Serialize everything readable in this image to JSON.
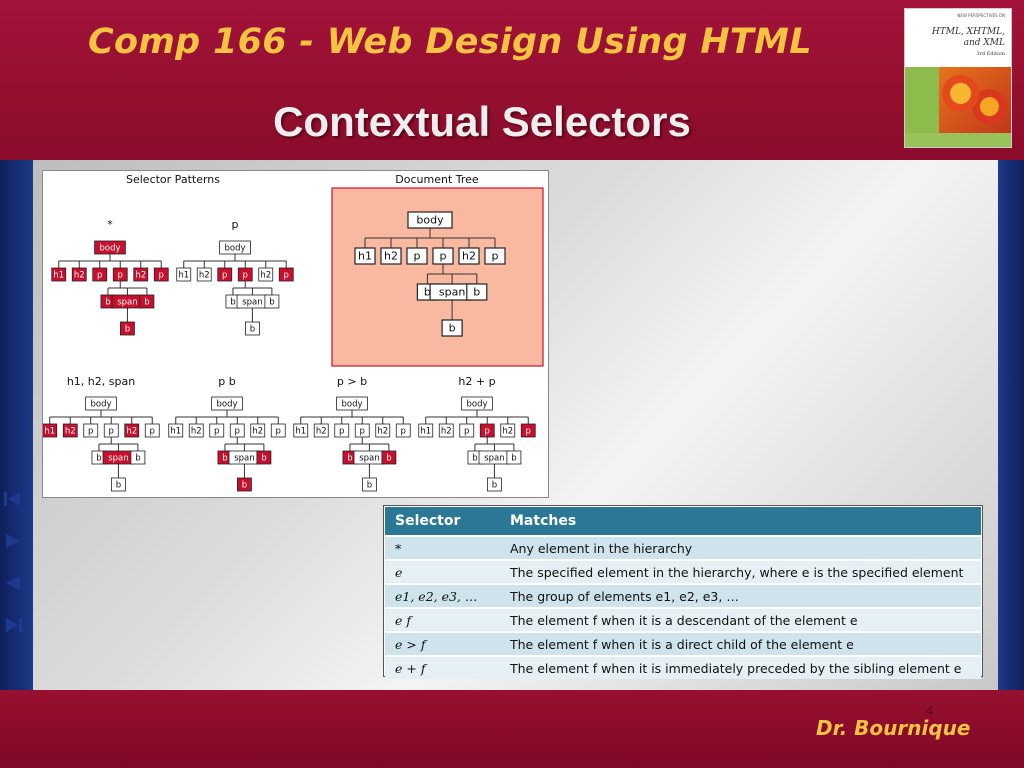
{
  "header": {
    "course_title": "Comp 166 - Web Design Using HTML",
    "slide_title": "Contextual Selectors"
  },
  "book": {
    "top_text": "NEW PERSPECTIVES ON",
    "title_lines": [
      "HTML, XHTML,",
      "and XML"
    ],
    "edition": "3rd Edition"
  },
  "figure": {
    "section_patterns": "Selector Patterns",
    "section_tree": "Document Tree",
    "patterns": [
      {
        "label": "*",
        "highlight": [
          "body",
          "h1",
          "h2",
          "p1",
          "p2",
          "h2b",
          "p3",
          "b1",
          "span",
          "b2",
          "b3"
        ]
      },
      {
        "label": "p",
        "highlight": [
          "p1",
          "p2",
          "p3"
        ]
      },
      {
        "label": "h1, h2, span",
        "highlight": [
          "h1",
          "h2",
          "h2b",
          "span"
        ]
      },
      {
        "label": "p b",
        "highlight": [
          "b1",
          "b2",
          "b3"
        ]
      },
      {
        "label": "p > b",
        "highlight": [
          "b1",
          "b2"
        ]
      },
      {
        "label": "h2 + p",
        "highlight": [
          "p2",
          "p3"
        ]
      }
    ],
    "nodes": {
      "body": "body",
      "h1": "h1",
      "h2": "h2",
      "p1": "p",
      "p2": "p",
      "h2b": "h2",
      "p3": "p",
      "b1": "b",
      "span": "span",
      "b2": "b",
      "b3": "b"
    },
    "highlight_color": "#c8102e",
    "tree_bg_color": "#f8b9a0"
  },
  "table": {
    "headers": [
      "Selector",
      "Matches"
    ],
    "rows": [
      {
        "selector": "*",
        "matches": "Any element in the hierarchy"
      },
      {
        "selector": "e",
        "matches": "The specified element in the hierarchy, where e is the specified element"
      },
      {
        "selector": "e1, e2, e3, …",
        "matches": "The group of elements e1, e2, e3, …"
      },
      {
        "selector": "e f",
        "matches": "The element f when it is a descendant of the element e"
      },
      {
        "selector": "e > f",
        "matches": "The element f when it is a direct child of the element e"
      },
      {
        "selector": "e + f",
        "matches": "The element f when it is immediately preceded by the sibling element e"
      }
    ],
    "header_color": "#2a7895"
  },
  "footer": {
    "author": "Dr. Bournique",
    "page_number": "4"
  },
  "nav_icons": [
    "first-slide-icon",
    "next-slide-icon",
    "previous-slide-icon",
    "last-slide-icon"
  ]
}
